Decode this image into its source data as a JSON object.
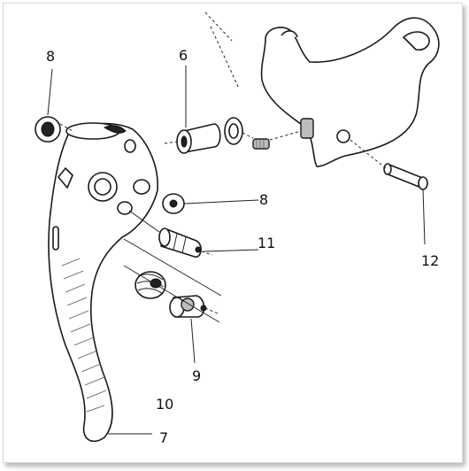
{
  "callouts": {
    "nut_top_left": "8",
    "bushing": "6",
    "washer_right": "8",
    "barrel_adjuster": "11",
    "pivot_pin": "12",
    "cable_stop": "9",
    "return_spring": "10",
    "lever": "7"
  }
}
